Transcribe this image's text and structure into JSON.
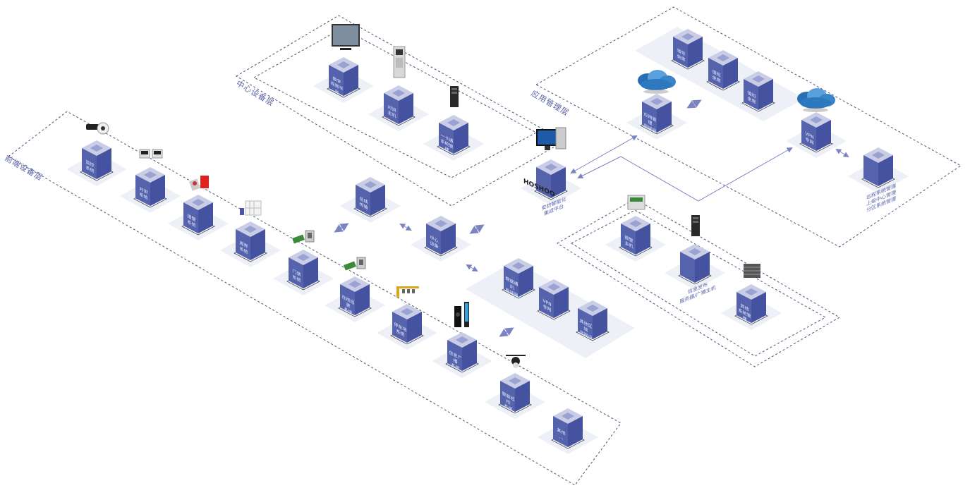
{
  "colors": {
    "box_front": "#5563ad",
    "box_side": "#4452a0",
    "box_top": "#c9cde6",
    "box_top_inner": "#9aa2d2",
    "plate": "#eef0f8",
    "line": "#7b84c2",
    "dash": "#4a4f7a",
    "label_text": "#5862a6"
  },
  "layers": {
    "frontend": "前端设备层",
    "center": "中心设备层",
    "application": "应用管理层"
  },
  "frontend_nodes": [
    {
      "label": [
        "监控",
        "系统"
      ],
      "icon": "camera-icon"
    },
    {
      "label": [
        "对讲",
        "系统"
      ],
      "icon": "intercom-panel-icon"
    },
    {
      "label": [
        "报警",
        "系统"
      ],
      "icon": "alarm-button-icon"
    },
    {
      "label": [
        "周界",
        "系统"
      ],
      "icon": "fence-icon"
    },
    {
      "label": [
        "门禁",
        "系统"
      ],
      "icon": "access-control-icon"
    },
    {
      "label": [
        "在线巡更",
        "系统"
      ],
      "icon": "patrol-device-icon"
    },
    {
      "label": [
        "停车场",
        "系统"
      ],
      "icon": "parking-barrier-icon"
    },
    {
      "label": [
        "信息广播",
        "系统"
      ],
      "icon": "speaker-kiosk-icon"
    },
    {
      "label": [
        "智能巡检",
        "系统"
      ],
      "icon": "drone-icon"
    },
    {
      "label": [
        "其他",
        "..."
      ],
      "icon": "blank-cube-icon"
    }
  ],
  "center_nodes": [
    {
      "label": [
        "数字",
        "视频平台"
      ],
      "icon": "video-wall-icon"
    },
    {
      "label": [
        "对讲",
        "主机"
      ],
      "icon": "intercom-host-icon"
    },
    {
      "label": [
        "一卡通",
        "系统管理"
      ],
      "icon": "server-tower-icon"
    }
  ],
  "transport_nodes": [
    {
      "label": [
        "总线",
        "传输"
      ]
    },
    {
      "label": [
        "中心",
        "设备"
      ]
    }
  ],
  "network_nodes": [
    {
      "label": [
        "数据通讯",
        "局域网"
      ]
    },
    {
      "label": [
        "VPN",
        "专网"
      ]
    },
    {
      "label": [
        "其他区域",
        "远程设备"
      ]
    }
  ],
  "platform": {
    "brand": "HOSHOO",
    "label": [
      "安防智能化",
      "集成平台"
    ]
  },
  "app_nodes": {
    "seats": [
      {
        "label": [
          "领导",
          "坐席"
        ]
      },
      {
        "label": [
          "值班",
          "坐席"
        ]
      },
      {
        "label": [
          "值班",
          "坐席"
        ]
      }
    ],
    "app_lan": {
      "label": [
        "应用管理",
        "局域网"
      ],
      "icon": "cloud-icon"
    },
    "vpn": {
      "label": [
        "VPN",
        "专网"
      ],
      "icon": "cloud-icon"
    },
    "remote": {
      "label": [
        "远程系统管理",
        "上级中心管理",
        "分区系统管理"
      ]
    }
  },
  "server_nodes": [
    {
      "label": [
        "报警",
        "主机"
      ],
      "icon": "alarm-host-icon"
    },
    {
      "label": [
        "信息发布",
        "服务器/广播主机"
      ],
      "icon": "server-tower-icon"
    },
    {
      "label": [
        "其他",
        "系统管理"
      ],
      "icon": "rack-server-icon"
    }
  ]
}
